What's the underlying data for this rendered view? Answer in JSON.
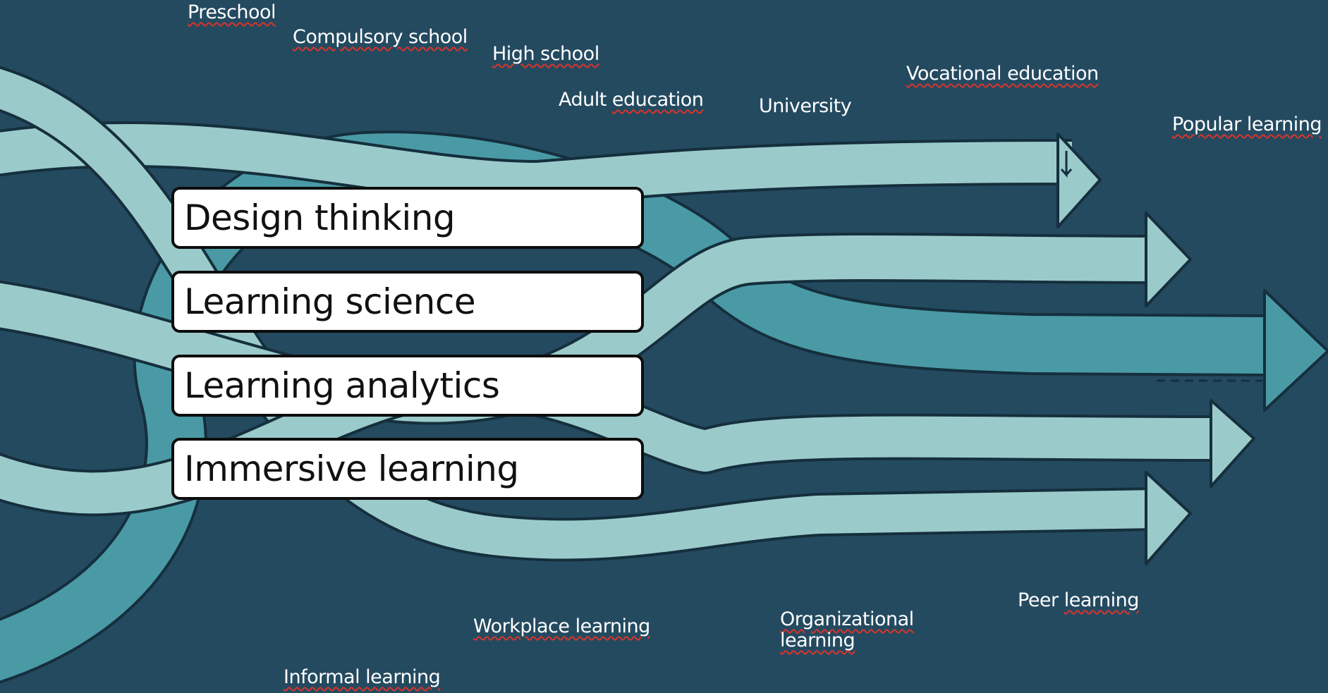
{
  "colors": {
    "background": "#244a60",
    "stream_light": "#9bcaca",
    "stream_teal": "#4a9aa6",
    "outline": "#152f3d",
    "box_fill": "#ffffff",
    "label_text": "#ffffff",
    "spellcheck_underline": "#d9342b"
  },
  "top_labels": {
    "preschool": "Preschool",
    "compulsory_school": "Compulsory school",
    "high_school": "High school",
    "adult_prefix": "Adult ",
    "adult_suffix": "education",
    "university": "University",
    "vocational_education": "Vocational education",
    "popular_learning": "Popular learning"
  },
  "bottom_labels": {
    "informal_learning": "Informal learning",
    "workplace_learning": "Workplace learning",
    "organizational_line1": "Organizational",
    "organizational_line2": "learning",
    "peer_prefix": "Peer ",
    "peer_suffix": "learning"
  },
  "boxes": [
    "Design thinking",
    "Learning science",
    "Learning analytics",
    "Immersive learning"
  ]
}
